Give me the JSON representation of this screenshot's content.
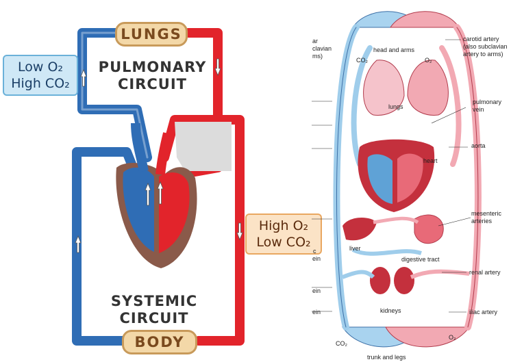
{
  "left_diagram": {
    "lungs_label": "LUNGS",
    "body_label": "BODY",
    "pulmonary_title": [
      "PULMONARY",
      "CIRCUIT"
    ],
    "systemic_title": [
      "SYSTEMIC",
      "CIRCUIT"
    ],
    "deoxygenated_note": [
      "Low O₂",
      "High CO₂"
    ],
    "oxygenated_note": [
      "High O₂",
      "Low CO₂"
    ],
    "colors": {
      "oxygenated": "#e2242b",
      "deoxygenated": "#2f6db5",
      "tissue": "#8a5a4a"
    }
  },
  "right_diagram": {
    "labels": {
      "head_and_arms": "head and arms",
      "co2_top": "CO₂",
      "o2_top": "O₂",
      "lungs": "lungs",
      "heart": "heart",
      "liver": "liver",
      "digestive_tract": "digestive tract",
      "kidneys": "kidneys",
      "co2_bottom": "CO₂",
      "o2_bottom": "O₂",
      "trunk_and_legs": "trunk and legs",
      "carotid_artery": [
        "carotid artery",
        "(also subclavian",
        "artery to arms)"
      ],
      "pulmonary_vein": [
        "pulmonary",
        "vein"
      ],
      "aorta": "aorta",
      "mesenteric_arteries": [
        "mesenteric",
        "arteries"
      ],
      "renal_artery": "renal artery",
      "iliac_artery": "iliac artery",
      "cut_subclavian": [
        "ar",
        "clavian",
        "ms)"
      ],
      "cut_c": "c",
      "cut_ein1": "ein",
      "cut_ein2": "ein",
      "cut_ein3": "ein"
    }
  }
}
